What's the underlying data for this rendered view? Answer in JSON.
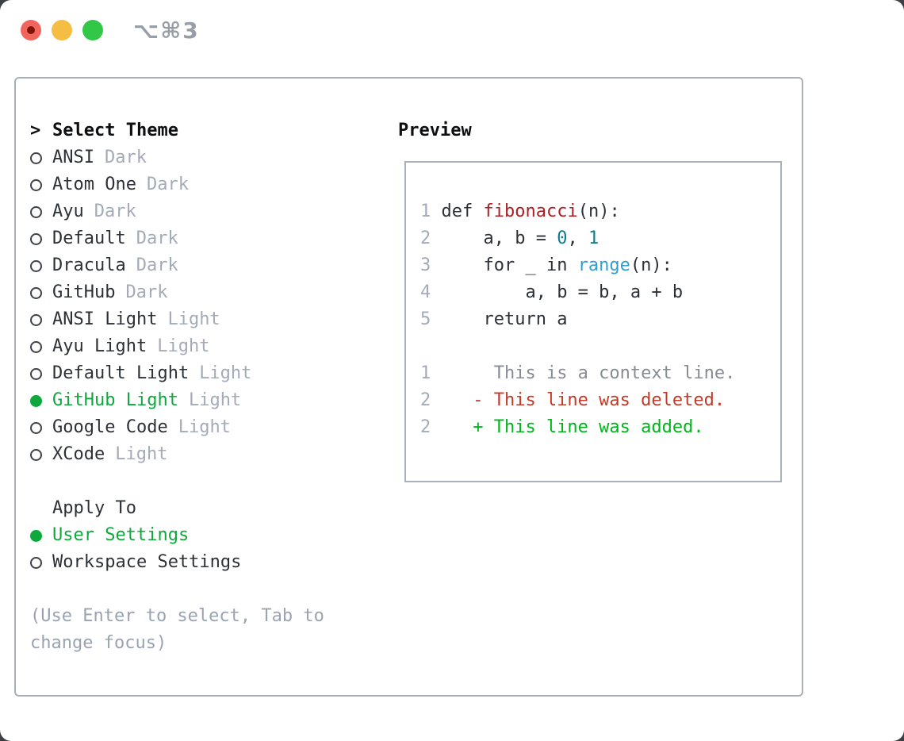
{
  "window": {
    "title": "⌥⌘3"
  },
  "theme_picker": {
    "cursor": ">",
    "title": "Select Theme",
    "items": [
      {
        "name": "ANSI",
        "variant": "Dark",
        "selected": false
      },
      {
        "name": "Atom One",
        "variant": "Dark",
        "selected": false
      },
      {
        "name": "Ayu",
        "variant": "Dark",
        "selected": false
      },
      {
        "name": "Default",
        "variant": "Dark",
        "selected": false
      },
      {
        "name": "Dracula",
        "variant": "Dark",
        "selected": false
      },
      {
        "name": "GitHub",
        "variant": "Dark",
        "selected": false
      },
      {
        "name": "ANSI Light",
        "variant": "Light",
        "selected": false
      },
      {
        "name": "Ayu Light",
        "variant": "Light",
        "selected": false
      },
      {
        "name": "Default Light",
        "variant": "Light",
        "selected": false
      },
      {
        "name": "GitHub Light",
        "variant": "Light",
        "selected": true
      },
      {
        "name": "Google Code",
        "variant": "Light",
        "selected": false
      },
      {
        "name": "XCode",
        "variant": "Light",
        "selected": false
      }
    ],
    "apply_to": {
      "title": "Apply To",
      "options": [
        {
          "name": "User Settings",
          "selected": true
        },
        {
          "name": "Workspace Settings",
          "selected": false
        }
      ]
    },
    "hint": "(Use Enter to select, Tab to change focus)"
  },
  "preview": {
    "title": "Preview",
    "code_lines": [
      {
        "segments": [
          {
            "s": "num",
            "t": "1"
          },
          {
            "s": "code",
            "t": " def "
          },
          {
            "s": "fn",
            "t": "fibonacci"
          },
          {
            "s": "code",
            "t": "(n):"
          }
        ]
      },
      {
        "segments": [
          {
            "s": "num",
            "t": "2"
          },
          {
            "s": "code",
            "t": "     a, b = "
          },
          {
            "s": "lit",
            "t": "0"
          },
          {
            "s": "code",
            "t": ", "
          },
          {
            "s": "lit",
            "t": "1"
          }
        ]
      },
      {
        "segments": [
          {
            "s": "num",
            "t": "3"
          },
          {
            "s": "code",
            "t": "     for _ in "
          },
          {
            "s": "call",
            "t": "range"
          },
          {
            "s": "code",
            "t": "(n):"
          }
        ]
      },
      {
        "segments": [
          {
            "s": "num",
            "t": "4"
          },
          {
            "s": "code",
            "t": "         a, b = b, a + b"
          }
        ]
      },
      {
        "segments": [
          {
            "s": "num",
            "t": "5"
          },
          {
            "s": "code",
            "t": "     return a"
          }
        ]
      },
      {
        "segments": []
      },
      {
        "segments": [
          {
            "s": "num",
            "t": "1"
          },
          {
            "s": "ctx",
            "t": "      This is a context line."
          }
        ]
      },
      {
        "segments": [
          {
            "s": "num",
            "t": "2"
          },
          {
            "s": "del",
            "t": "    - This line was deleted."
          }
        ]
      },
      {
        "segments": [
          {
            "s": "num",
            "t": "2"
          },
          {
            "s": "add",
            "t": "    + This line was added."
          }
        ]
      }
    ]
  },
  "colors": {
    "text_primary": "#2c3137",
    "heading_black": "#0c0e10",
    "muted_gray": "#a3abb8",
    "context_gray": "#868c94",
    "hint_gray": "#99a3b1",
    "border_gray": "#a8b0bb",
    "accent_green": "#0fa83c",
    "diff_added_green": "#00b51c",
    "diff_removed_red": "#c43a28",
    "function_red": "#ad1f23",
    "number_teal": "#0c7f89",
    "builtin_blue": "#2f9fd3",
    "radio_ring": "#3d434a",
    "title_gray": "#989ea5",
    "traffic_red": "#f2655c",
    "traffic_red_dot": "#7c1408",
    "traffic_yellow": "#f6bd43",
    "traffic_green": "#33c748"
  }
}
